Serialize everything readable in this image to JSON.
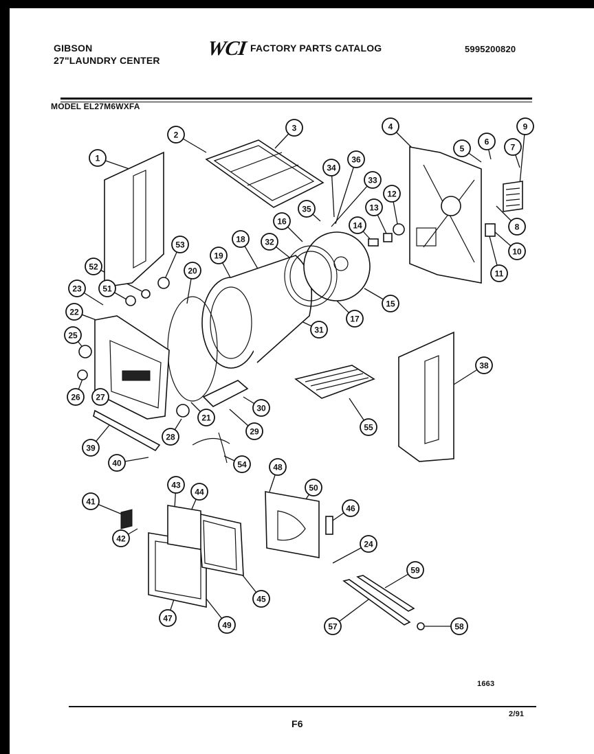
{
  "header": {
    "brand": "GIBSON",
    "product": "27\"LAUNDRY CENTER",
    "logo": "WCI",
    "catalog_title": "FACTORY PARTS CATALOG",
    "catalog_number": "5995200820",
    "model": "MODEL EL27M6WXFA"
  },
  "footer": {
    "diagram_code": "1663",
    "page": "F6",
    "date": "2/91"
  },
  "callouts": [
    "1",
    "2",
    "3",
    "4",
    "5",
    "6",
    "7",
    "8",
    "9",
    "10",
    "11",
    "12",
    "13",
    "14",
    "15",
    "16",
    "17",
    "18",
    "19",
    "20",
    "21",
    "22",
    "23",
    "24",
    "25",
    "26",
    "27",
    "28",
    "29",
    "30",
    "31",
    "32",
    "33",
    "34",
    "35",
    "36",
    "38",
    "39",
    "40",
    "41",
    "42",
    "43",
    "44",
    "45",
    "46",
    "47",
    "48",
    "49",
    "50",
    "51",
    "52",
    "53",
    "54",
    "55",
    "57",
    "58",
    "59"
  ]
}
